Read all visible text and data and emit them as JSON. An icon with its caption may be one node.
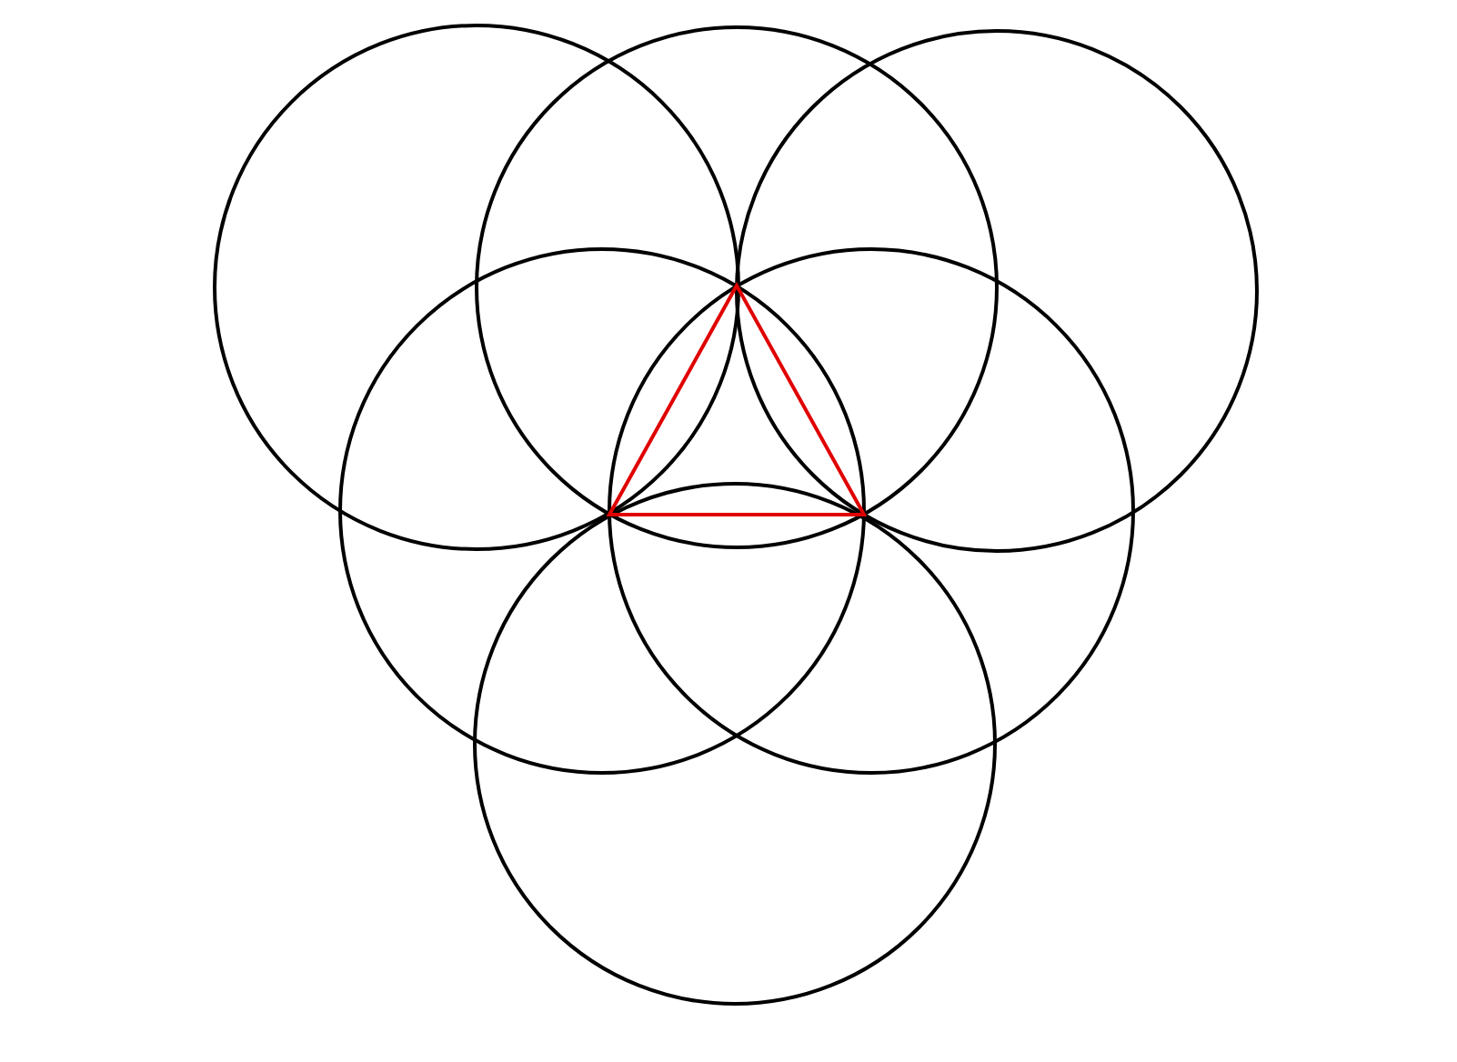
{
  "diagram": {
    "nodes": [
      {
        "text": [],
        "shape": "circle"
      },
      {
        "text": [],
        "shape": "circle"
      },
      {
        "text": [],
        "shape": "circle"
      },
      {
        "text": [],
        "shape": "circle"
      },
      {
        "text": [],
        "shape": "circle"
      },
      {
        "text": [],
        "shape": "circle"
      },
      {
        "text": [],
        "shape": "triangle"
      }
    ]
  }
}
